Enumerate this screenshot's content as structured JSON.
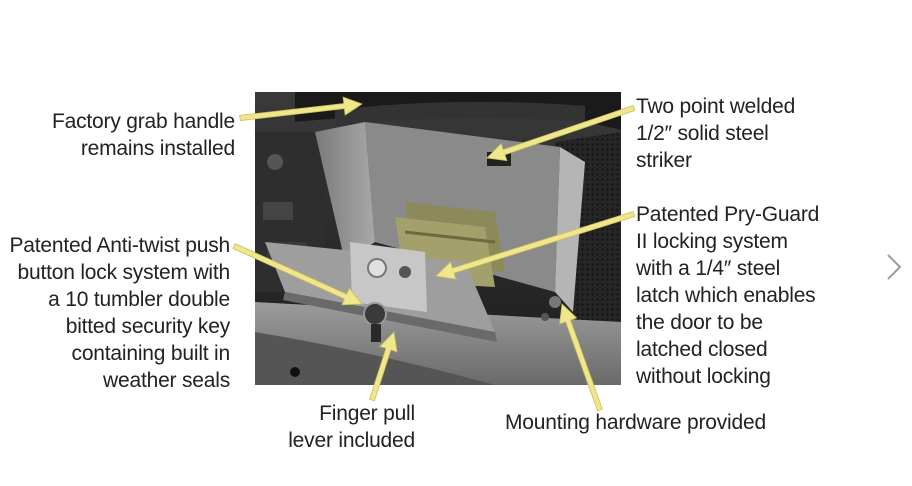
{
  "labels": {
    "grab_handle": [
      "Factory grab handle",
      "remains installed"
    ],
    "striker": [
      "Two point welded",
      "1/2″ solid steel",
      "striker"
    ],
    "anti_twist": [
      "Patented Anti-twist push",
      "button lock system with",
      "a 10 tumbler  double",
      "bitted security key",
      "containing built in",
      "weather seals"
    ],
    "pry_guard": [
      "Patented Pry-Guard",
      "II locking system",
      "with a 1/4″ steel",
      "latch which enables",
      "the door to be",
      "latched closed",
      "without locking"
    ],
    "finger_pull": [
      "Finger pull",
      "lever included"
    ],
    "mounting": [
      "Mounting hardware provided"
    ]
  },
  "colors": {
    "arrow": "#f0e68c",
    "arrow_outline": "#c9bf5a",
    "text": "#222222",
    "chevron": "#9a9a9a"
  },
  "icons": {
    "next": "chevron-right-icon"
  }
}
